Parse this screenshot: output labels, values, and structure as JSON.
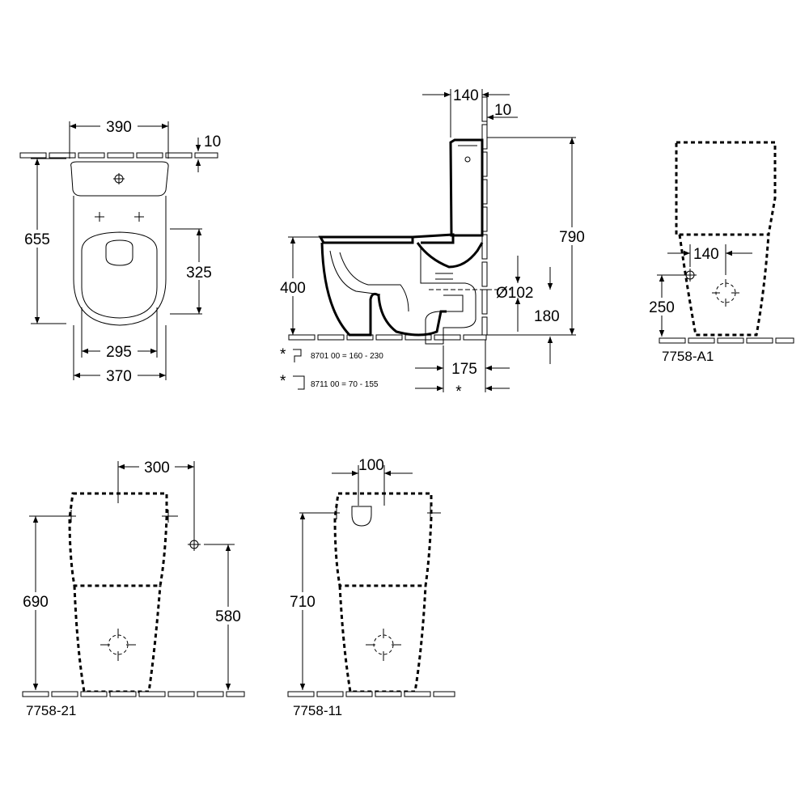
{
  "top_view": {
    "width_top": "390",
    "wall_gap": "10",
    "depth": "655",
    "seat_dist": "325",
    "inner_width": "295",
    "base_width": "370"
  },
  "side_view": {
    "tank_depth": "140",
    "wall_gap": "10",
    "total_height": "790",
    "seat_height": "400",
    "pipe_diameter": "Ø102",
    "outlet_height": "180",
    "outlet_dist": "175",
    "star": "*",
    "note_star": "*",
    "note1": "8701 00 = 160 - 230",
    "note2": "8711 00 = 70 -   155"
  },
  "view_a1": {
    "code": "7758-A1",
    "inlet_offset": "140",
    "inlet_height": "250"
  },
  "view_21": {
    "code": "7758-21",
    "inlet_offset": "300",
    "total_height": "690",
    "inlet_height": "580"
  },
  "view_11": {
    "code": "7758-11",
    "inlet_offset": "100",
    "total_height": "710"
  }
}
